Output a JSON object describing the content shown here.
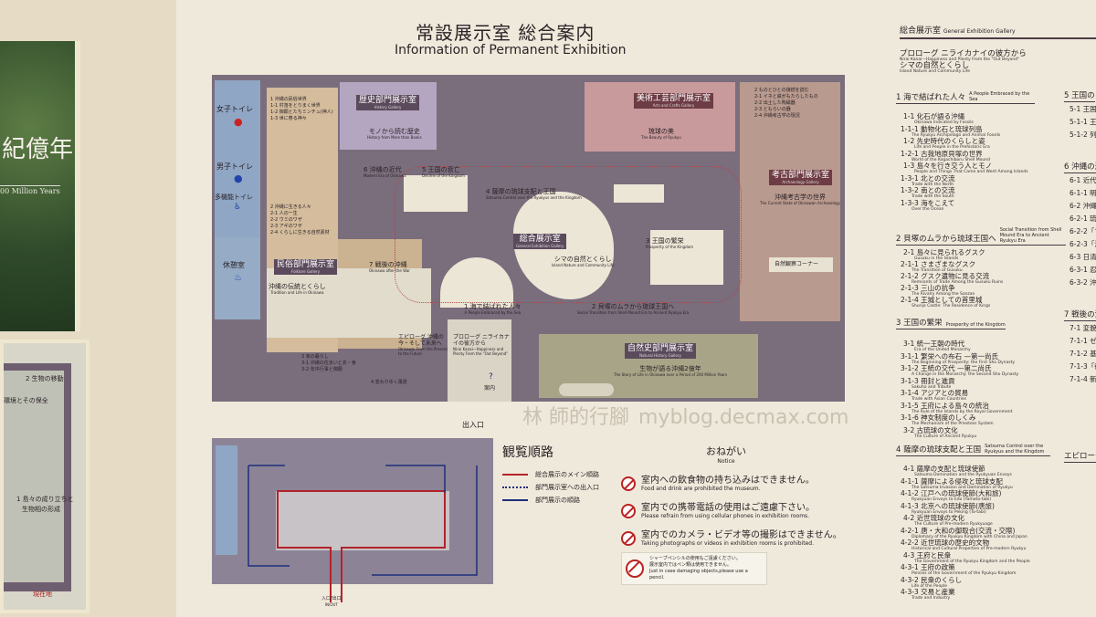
{
  "colors": {
    "map_bg": "#7a6d7c",
    "main_route": "#b3222a",
    "dept_route": "#1f2f7a",
    "toilet": "#8fa6c4",
    "folk": "#d4bc9c",
    "history": "#b4a6c0",
    "arts": "#c99a9c",
    "archaeology": "#b99a8e",
    "natural": "#a8a488"
  },
  "poster": {
    "title_fragment": "紀億年",
    "subtitle_fragment": "00 Million Years"
  },
  "mini_map": {
    "labels": [
      "2 生物の移動",
      "環境とその保全",
      "1 島々の成り立ちと",
      "生物相の形成",
      "現在地"
    ]
  },
  "header": {
    "title_jp": "常設展示室 総合案内",
    "title_en": "Information of Permanent Exhibition"
  },
  "map": {
    "facilities": {
      "women": "女子トイレ",
      "men": "男子トイレ",
      "accessible": "多機能トイレ",
      "rest": "休憩室",
      "info": "案内",
      "entrance": "出入口"
    },
    "history": {
      "tag": "歴史部門展示室",
      "tag_en": "History Gallery",
      "name": "モノから読む歴史",
      "name_en": "History from More than Books"
    },
    "arts": {
      "tag": "美術工芸部門展示室",
      "tag_en": "Arts and Crafts Gallery",
      "name": "琉球の美",
      "name_en": "The Beauty of Ryukyu"
    },
    "archaeology": {
      "tag": "考古部門展示室",
      "tag_en": "Archaeology Gallery",
      "name": "沖縄考古学の世界",
      "name_en": "The Current State of Okinawan Archaeology"
    },
    "folk": {
      "tag": "民俗部門展示室",
      "tag_en": "Folklore Gallery",
      "name": "沖縄の伝統とくらし",
      "name_en": "Tradition and Life in Okinawa"
    },
    "general": {
      "tag": "総合展示室",
      "tag_en": "General Exhibition Gallery",
      "name": "シマの自然とくらし",
      "name_en": "Island Nature and Community Life"
    },
    "natural": {
      "tag": "自然史部門展示室",
      "tag_en": "Natural History Gallery",
      "name": "生物が語る沖縄2億年",
      "name_en": "The Story of Life in Okinawa over a Period of 200 Million Years",
      "corner": "自然観察コーナー"
    },
    "zones": [
      {
        "jp": "6 沖縄の近代",
        "en": "Modern Era of Okinawa"
      },
      {
        "jp": "5 王国の衰亡",
        "en": "Decline of the Kingdom"
      },
      {
        "jp": "4 薩摩の琉球支配と王国",
        "en": "Satsuma Control over the Ryukyus and the Kingdom"
      },
      {
        "jp": "3 王国の繁栄",
        "en": "Prosperity of the Kingdom"
      },
      {
        "jp": "7 戦後の沖縄",
        "en": "Okinawa after the War"
      },
      {
        "jp": "1 海で結ばれた人々",
        "en": "A People Embraced by the Sea"
      },
      {
        "jp": "2 貝塚のムラから琉球王国へ",
        "en": "Social Transition from Shell Mound Era to Ancient Ryukyu Era"
      },
      {
        "jp": "プロローグ ニライカナイの彼方から",
        "en": "Nirai Kanai—Happiness and Plenty From the \"Out Beyond\""
      },
      {
        "jp": "エピローグ 沖縄の今・そして未来へ",
        "en": "Okinawa: From the Present to the Future"
      }
    ],
    "folk_sub": [
      "1 沖縄の民俗世界",
      "1-1 村落をとりまく世界",
      "1-2 御願とたちミンチュ(神人)",
      "1-3 世に祭る神々",
      "2 沖縄に生きる人々",
      "2-1 人の一生",
      "2-2 ウミのワザ",
      "2-3 アギのワザ",
      "2-4 くらしに生きる自然素材",
      "3 家の暮らし",
      "3-1 沖縄の住まいと衣・食",
      "3-2 年中行事と御願",
      "4 変わりゆく風景"
    ],
    "arch_sub": [
      "2 ものとひとの接続を読む",
      "2-1 イネと鉄がもたらしたもの",
      "2-2 出土した陶磁器",
      "2-3 ともらいの器",
      "2-4 沖縄考古学の現況"
    ]
  },
  "route": {
    "title": "観覧順路",
    "items": [
      "総合展示のメイン順路",
      "部門展示室への出入口",
      "部門展示の順路"
    ],
    "entrance": "入口/出口",
    "entrance_en": "IN/OUT"
  },
  "notice": {
    "title": "おねがい",
    "title_en": "Notice",
    "items": [
      {
        "jp": "室内への飲食物の持ち込みはできません。",
        "en": "Food and drink are prohibited the museum."
      },
      {
        "jp": "室内での携帯電話の使用はご遠慮下さい。",
        "en": "Please refrain from using cellular phones in exhibition rooms."
      },
      {
        "jp": "室内でのカメラ・ビデオ等の撮影はできません。",
        "en": "Taking photographs or videos in exhibition rooms is prohibited."
      }
    ],
    "pencil": {
      "l1": "シャープペンシルの使用もご遠慮ください。",
      "l2": "展示室内ではペン類は使用できません。",
      "l3": "Just in case damaging objects,please use a pencil."
    }
  },
  "guide": {
    "title": "総合展示室",
    "title_en": "General Exhibition Gallery",
    "prologue": {
      "jp": "プロローグ ニライカナイの彼方から",
      "en": "Nirai Kanai—Happiness and Plenty From the \"Out Beyond\"",
      "jp2": "シマの自然とくらし",
      "en2": "Island Nature and Community Life"
    },
    "sections": [
      {
        "title": "1 海で結ばれた人々",
        "en": "A People Embraced by the Sea",
        "items": [
          {
            "jp": "1-1 化石が語る沖縄",
            "en": "Okinawa Indicated by Fossils"
          },
          {
            "jp": "1-1-1 動物化石と琉球列島",
            "en": "The Ryukyu Archipelago and Animal Fossils"
          },
          {
            "jp": "1-2 先史時代のくらしと姿",
            "en": "Life and People in the Prehistoric Era"
          },
          {
            "jp": "1-2-1 古我地原貝塚の世界",
            "en": "World of the Kogachibaru Shell Mound"
          },
          {
            "jp": "1-3 島々を行き交う人とモノ",
            "en": "People and Things That Came and Went Among Islands"
          },
          {
            "jp": "1-3-1 北との交流",
            "en": "Trade with the North"
          },
          {
            "jp": "1-3-2 南との交流",
            "en": "Trade with the South"
          },
          {
            "jp": "1-3-3 海をこえて",
            "en": "Over the Ocean"
          }
        ]
      },
      {
        "title": "2 貝塚のムラから琉球王国へ",
        "en": "Social Transition from Shell Mound Era to Ancient Ryukyu Era",
        "items": [
          {
            "jp": "2-1 島々に見られるグスク",
            "en": "Gusuku in the Islands"
          },
          {
            "jp": "2-1-1 さまざまなグスク",
            "en": "The Transition of Gusuku"
          },
          {
            "jp": "2-1-2 グスク遺物に見る交流",
            "en": "Remnants of Trade Among the Gusuku Ruins"
          },
          {
            "jp": "2-1-3 三山の抗争",
            "en": "The Rivalry Among the Sanzan"
          },
          {
            "jp": "2-1-4 王城としての首里城",
            "en": "Shurijo Castle: The Residence of Kings"
          }
        ]
      },
      {
        "title": "3 王国の繁栄",
        "en": "Prosperity of the Kingdom",
        "items": [
          {
            "jp": "3-1 統一王朝の時代",
            "en": "Era of the United Monarchy"
          },
          {
            "jp": "3-1-1 繁栄への布石 —第一尚氏",
            "en": "The Beginning of Prosperity: the First Sho Dynasty"
          },
          {
            "jp": "3-1-2 王統の交代 —第二尚氏",
            "en": "A Change in the Monarchy: the Second Sho Dynasty"
          },
          {
            "jp": "3-1-3 冊封と進貢",
            "en": "Sakuho and Tribute"
          },
          {
            "jp": "3-1-4 アジアとの貿易",
            "en": "Trade with Asian Countries"
          },
          {
            "jp": "3-1-5 王府による島々の統治",
            "en": "The Rule of the Islands by the Royal Government"
          },
          {
            "jp": "3-1-6 神女制度のしくみ",
            "en": "The Mechanism of the Priestess System"
          },
          {
            "jp": "3-2 古琉球の文化",
            "en": "The Culture of Ancient Ryukyu"
          }
        ]
      },
      {
        "title": "4 薩摩の琉球支配と王国",
        "en": "Satsuma Control over the Ryukyus and the Kingdom",
        "items": [
          {
            "jp": "4-1 薩摩の支配と琉球使節",
            "en": "Satsuma Domination and the Ryukyuan Envoys"
          },
          {
            "jp": "4-1-1 薩摩による侵攻と琉球支配",
            "en": "The Satsuma Invasion and Domination of Ryukyu"
          },
          {
            "jp": "4-1-2 江戸への琉球使節(大和旅)",
            "en": "Ryukyuan Envoys to Edo (Yamato-tabi)"
          },
          {
            "jp": "4-1-3 北京への琉球使節(唐旅)",
            "en": "Ryukyuan Envoys to Peking (To-tabi)"
          },
          {
            "jp": "4-2 近世琉球の文化",
            "en": "The Culture of Pre-modern Ryukyuage"
          },
          {
            "jp": "4-2-1 唐・大和の御取合(交流・交際)",
            "en": "Diplomacy of the Ryukyu Kingdom with China and Japan"
          },
          {
            "jp": "4-2-2 近世琉球の歴史的文物",
            "en": "Historical and Cultural Properties of Pre-modern Ryukyu"
          },
          {
            "jp": "4-3 王府と民衆",
            "en": "The Government of the Ryukyu Kingdom and the People"
          },
          {
            "jp": "4-3-1 王府の政策",
            "en": "Policies of the Government of the Ryukyu Kingdom"
          },
          {
            "jp": "4-3-2 民衆のくらし",
            "en": "Life of the People"
          },
          {
            "jp": "4-3-3 交易と産業",
            "en": "Trade and Industry"
          }
        ]
      }
    ],
    "col2": [
      {
        "title": "5 王国の",
        "items": [
          "5-1 王国",
          "5-1-1 王",
          "5-1-2 列"
        ]
      },
      {
        "title": "6 沖縄の近",
        "items": [
          "6-1 近代",
          "6-1-1 明",
          "6-2 沖縄",
          "6-2-1 琉",
          "6-2-2「ソ",
          "6-2-3「沖",
          "6-3 日清",
          "6-3-1 忍",
          "6-3-2 沖縄"
        ]
      },
      {
        "title": "7 戦後の沖",
        "items": [
          "7-1 変貌す",
          "7-1-1 ゼロ",
          "7-1-2 基地",
          "7-1-3「復",
          "7-1-4 新生"
        ]
      },
      {
        "title": "エピローグ",
        "items": []
      }
    ]
  },
  "watermark": {
    "line1": "林 師的行腳",
    "line2": "myblog.decmax.com"
  }
}
